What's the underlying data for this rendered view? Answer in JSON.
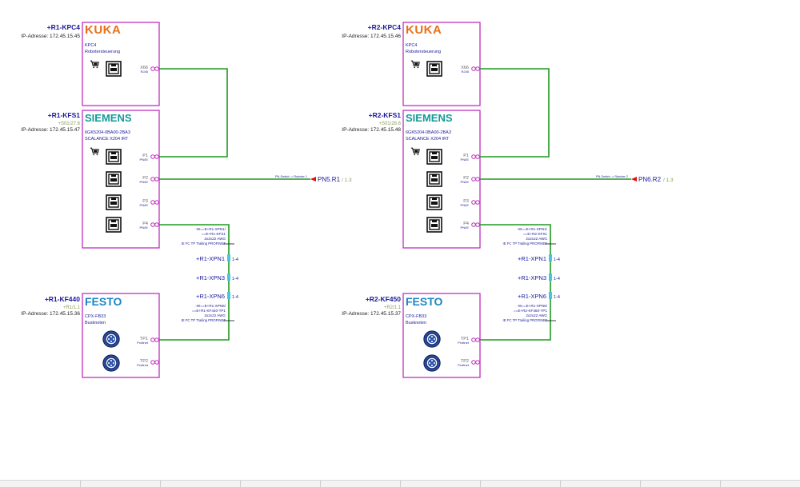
{
  "colors": {
    "magenta": "#c030c0",
    "green": "#1f9a1f",
    "kuka": "#e8701a",
    "siemens": "#139a9a",
    "festo": "#1a86c4",
    "blue_text": "#1a1a9a",
    "gray_text": "#8a9a5a",
    "red_arrow": "#e01010",
    "cyan": "#46c8d8"
  },
  "left": {
    "kuka": {
      "tag": "+R1-KPC4",
      "ip": "IP-Adresse: 172.45.15.45",
      "brand": "KUKA",
      "model": "KPC4",
      "desc": "Robotersteuerung",
      "port_name": "X66",
      "port_sub": "RJ45"
    },
    "siemens": {
      "tag": "+R1-KFS1",
      "ref": "+S01/27.6",
      "ip": "IP-Adresse: 172.45.15.47",
      "brand": "SIEMENS",
      "model": "6GK5204-0BA00-2BA3",
      "desc": "SCALANCE X204 IRT",
      "ports": [
        {
          "name": "P1",
          "sub": "PN/IE"
        },
        {
          "name": "P2",
          "sub": "PN/IE"
        },
        {
          "name": "P3",
          "sub": "PN/IE"
        },
        {
          "name": "P4",
          "sub": "PN/IE"
        }
      ]
    },
    "p2_link_label": "PN-Switch -> Roboter 1",
    "p2_target": "PN5.R1",
    "p2_target_ref": "/ 1.3",
    "cable1_lines": [
      "-W==E+R1-XPN1/",
      "==E+R1-KFS1",
      "2x2x22 AWG",
      "IE FC TP Trailing PROFINET"
    ],
    "xpn": [
      {
        "tag": "+R1-XPN1",
        "ref": "1-4"
      },
      {
        "tag": "+R1-XPN3",
        "ref": "1-4"
      },
      {
        "tag": "+R1-XPN6",
        "ref": "1-4"
      }
    ],
    "cable2_lines": [
      "-W==E+R1-XPN6/",
      "==E+R1-KF440-TP1",
      "2x2x22 AWG",
      "IE FC TP Trailing PROFINET"
    ],
    "festo": {
      "tag": "+R1-KF440",
      "ref": "+R1/1.1",
      "ip": "IP-Adresse: 172.45.15.36",
      "brand": "FESTO",
      "model": "CPX-FB33",
      "desc": "Busknoten",
      "ports": [
        {
          "name": "TP1",
          "sub": "Profinet"
        },
        {
          "name": "TP2",
          "sub": "Profinet"
        }
      ]
    }
  },
  "right": {
    "kuka": {
      "tag": "+R2-KPC4",
      "ip": "IP-Adresse: 172.45.15.46",
      "brand": "KUKA",
      "model": "KPC4",
      "desc": "Robotersteuerung",
      "port_name": "X66",
      "port_sub": "RJ45"
    },
    "siemens": {
      "tag": "+R2-KFS1",
      "ref": "+S01/28.6",
      "ip": "IP-Adresse: 172.45.15.48",
      "brand": "SIEMENS",
      "model": "6GK5204-0BA00-2BA3",
      "desc": "SCALANCE X204 IRT",
      "ports": [
        {
          "name": "P1",
          "sub": "PN/IE"
        },
        {
          "name": "P2",
          "sub": "PN/IE"
        },
        {
          "name": "P3",
          "sub": "PN/IE"
        },
        {
          "name": "P4",
          "sub": "PN/IE"
        }
      ]
    },
    "p2_link_label": "PN-Switch -> Roboter 2",
    "p2_target": "PN6.R2",
    "p2_target_ref": "/ 1.3",
    "cable1_lines": [
      "-W==E+R1-XPN1/",
      "==E+R2-KFS1",
      "2x2x22 AWG",
      "IE FC TP Trailing PROFINET"
    ],
    "xpn": [
      {
        "tag": "+R1-XPN1",
        "ref": "1-4"
      },
      {
        "tag": "+R1-XPN3",
        "ref": "1-4"
      },
      {
        "tag": "+R1-XPN6",
        "ref": "1-4"
      }
    ],
    "cable2_lines": [
      "-W==E+R1-XPN6/",
      "==E+R2-KF450-TP1",
      "2x2x22 AWG",
      "IE FC TP Trailing PROFINET"
    ],
    "festo": {
      "tag": "+R2-KF450",
      "ref": "+R2/1.1",
      "ip": "IP-Adresse: 172.45.15.37",
      "brand": "FESTO",
      "model": "CPX-FB33",
      "desc": "Busknoten",
      "ports": [
        {
          "name": "TP1",
          "sub": "Profinet"
        },
        {
          "name": "TP2",
          "sub": "Profinet"
        }
      ]
    }
  }
}
